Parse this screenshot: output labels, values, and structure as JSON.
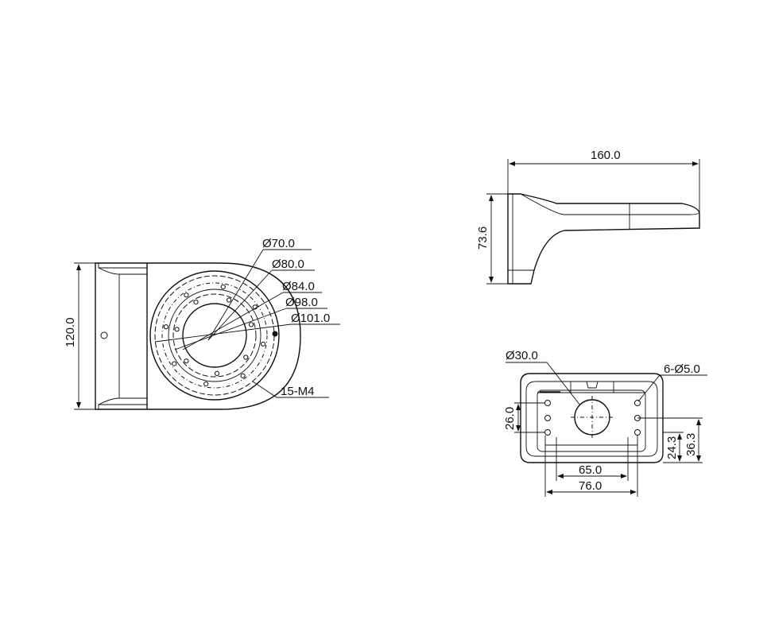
{
  "front_view": {
    "height_label": "120.0",
    "diameters": [
      "Ø70.0",
      "Ø80.0",
      "Ø84.0",
      "Ø98.0",
      "Ø101.0"
    ],
    "thread_label": "15-M4"
  },
  "side_view": {
    "length_label": "160.0",
    "height_label": "73.6"
  },
  "back_view": {
    "cable_hole_label": "Ø30.0",
    "mount_holes_label": "6-Ø5.0",
    "height_26_label": "26.0",
    "width_65_label": "65.0",
    "width_76_label": "76.0",
    "height_243_label": "24.3",
    "height_363_label": "36.3"
  }
}
